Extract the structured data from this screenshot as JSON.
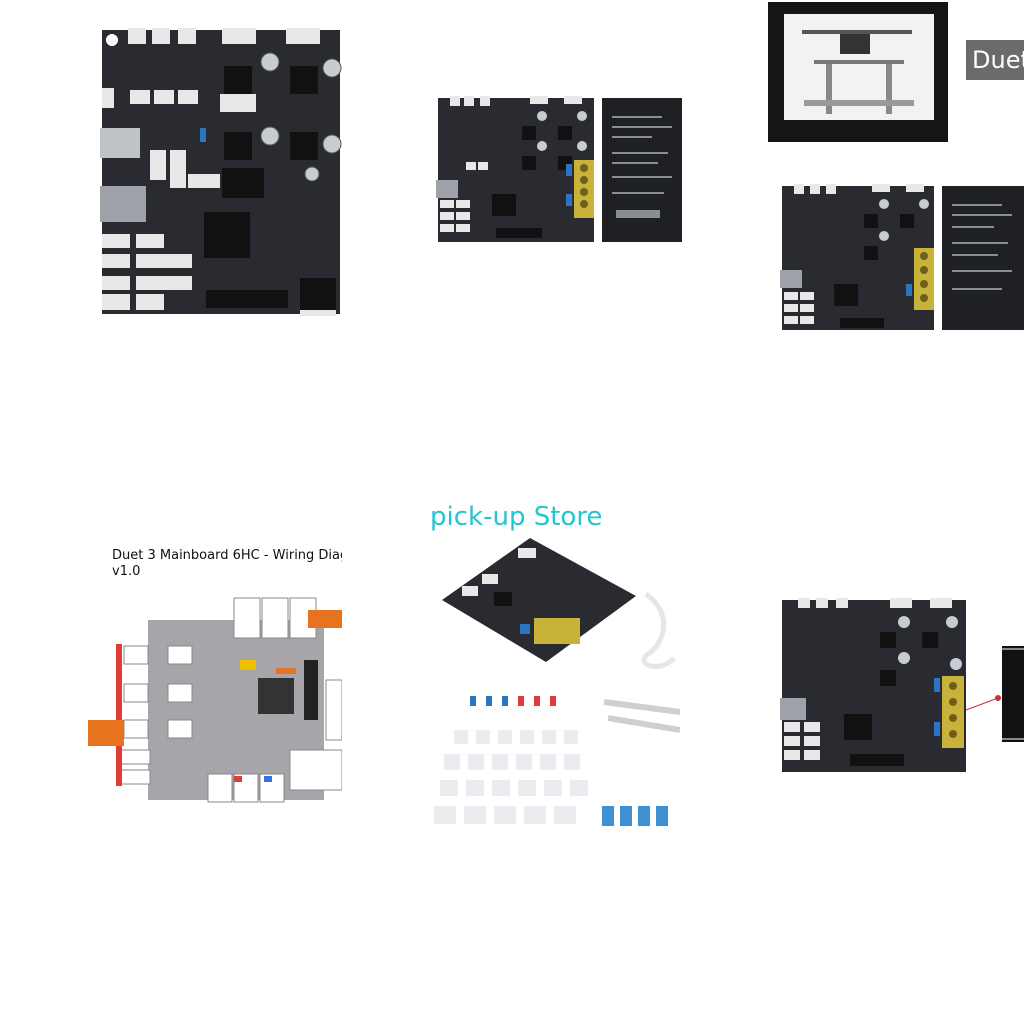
{
  "grid": {
    "tiles": [
      {
        "id": "board-closeup"
      },
      {
        "id": "board-with-card"
      },
      {
        "id": "printer-with-badge",
        "badge_text": "Duet"
      },
      {
        "id": "board-with-card-2"
      },
      {
        "id": "wiring-diagram",
        "title_line1": "Duet 3 Mainboard 6HC - Wiring Diag",
        "title_line2": "v1.0"
      },
      {
        "id": "kit-accessories",
        "watermark": "pick-up Store"
      },
      {
        "id": "board-with-chip-callout"
      }
    ]
  },
  "colors": {
    "board": "#2a2b30",
    "connector": "#e8e8e8",
    "terminal": "#c9b23a",
    "badge": "#6b6b6b",
    "watermark": "#25c4d3",
    "diagram_accent": "#e8731f"
  }
}
